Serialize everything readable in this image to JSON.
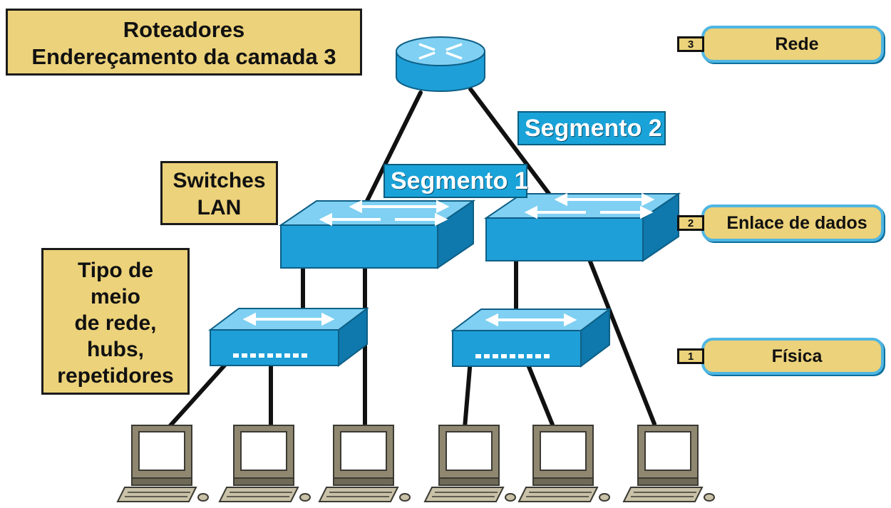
{
  "labels": {
    "routers": [
      "Roteadores",
      "Endereçamento da camada 3"
    ],
    "switches": [
      "Switches",
      "LAN"
    ],
    "media": [
      "Tipo de",
      "meio",
      "de rede,",
      "hubs,",
      "repetidores"
    ]
  },
  "segments": [
    "Segmento 1",
    "Segmento 2"
  ],
  "layers": [
    {
      "number": "3",
      "name": "Rede"
    },
    {
      "number": "2",
      "name": "Enlace de dados"
    },
    {
      "number": "1",
      "name": "Física"
    }
  ],
  "colors": {
    "box_fill": "#ecd27a",
    "device_blue": "#1e9fd8",
    "device_top": "#7fd0f2",
    "segment_fill": "#1aa3d9",
    "layer_border": "#4fb6e3"
  },
  "icons": [
    "router-icon",
    "lan-switch-icon",
    "hub-icon",
    "computer-icon"
  ]
}
